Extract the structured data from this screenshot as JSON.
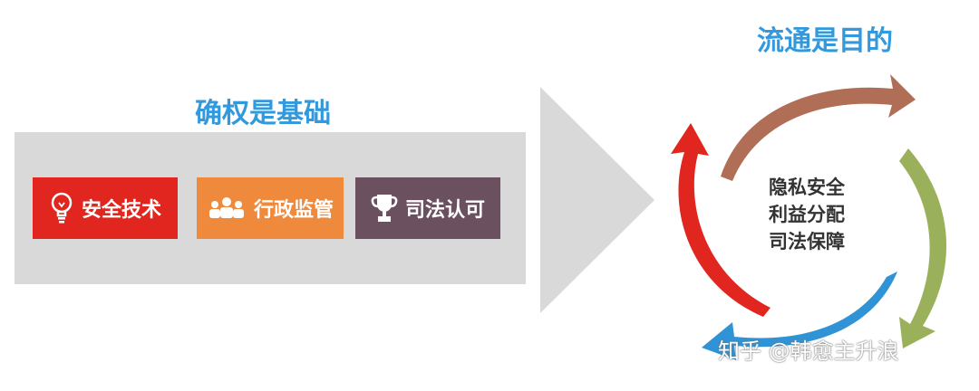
{
  "left_title": "确权是基础",
  "right_title": "流通是目的",
  "boxes": [
    {
      "label": "安全技术",
      "icon": "lightbulb-icon",
      "color": "#e0261e"
    },
    {
      "label": "行政监管",
      "icon": "people-icon",
      "color": "#ef8a3c"
    },
    {
      "label": "司法认可",
      "icon": "trophy-icon",
      "color": "#6b5060"
    }
  ],
  "cycle_center": [
    "隐私安全",
    "利益分配",
    "司法保障"
  ],
  "cycle_colors": {
    "top": "#b06e56",
    "right": "#9bb05a",
    "bottom": "#2f93d6",
    "left": "#e0261e"
  },
  "watermark": "知乎 @韩愈主升浪"
}
